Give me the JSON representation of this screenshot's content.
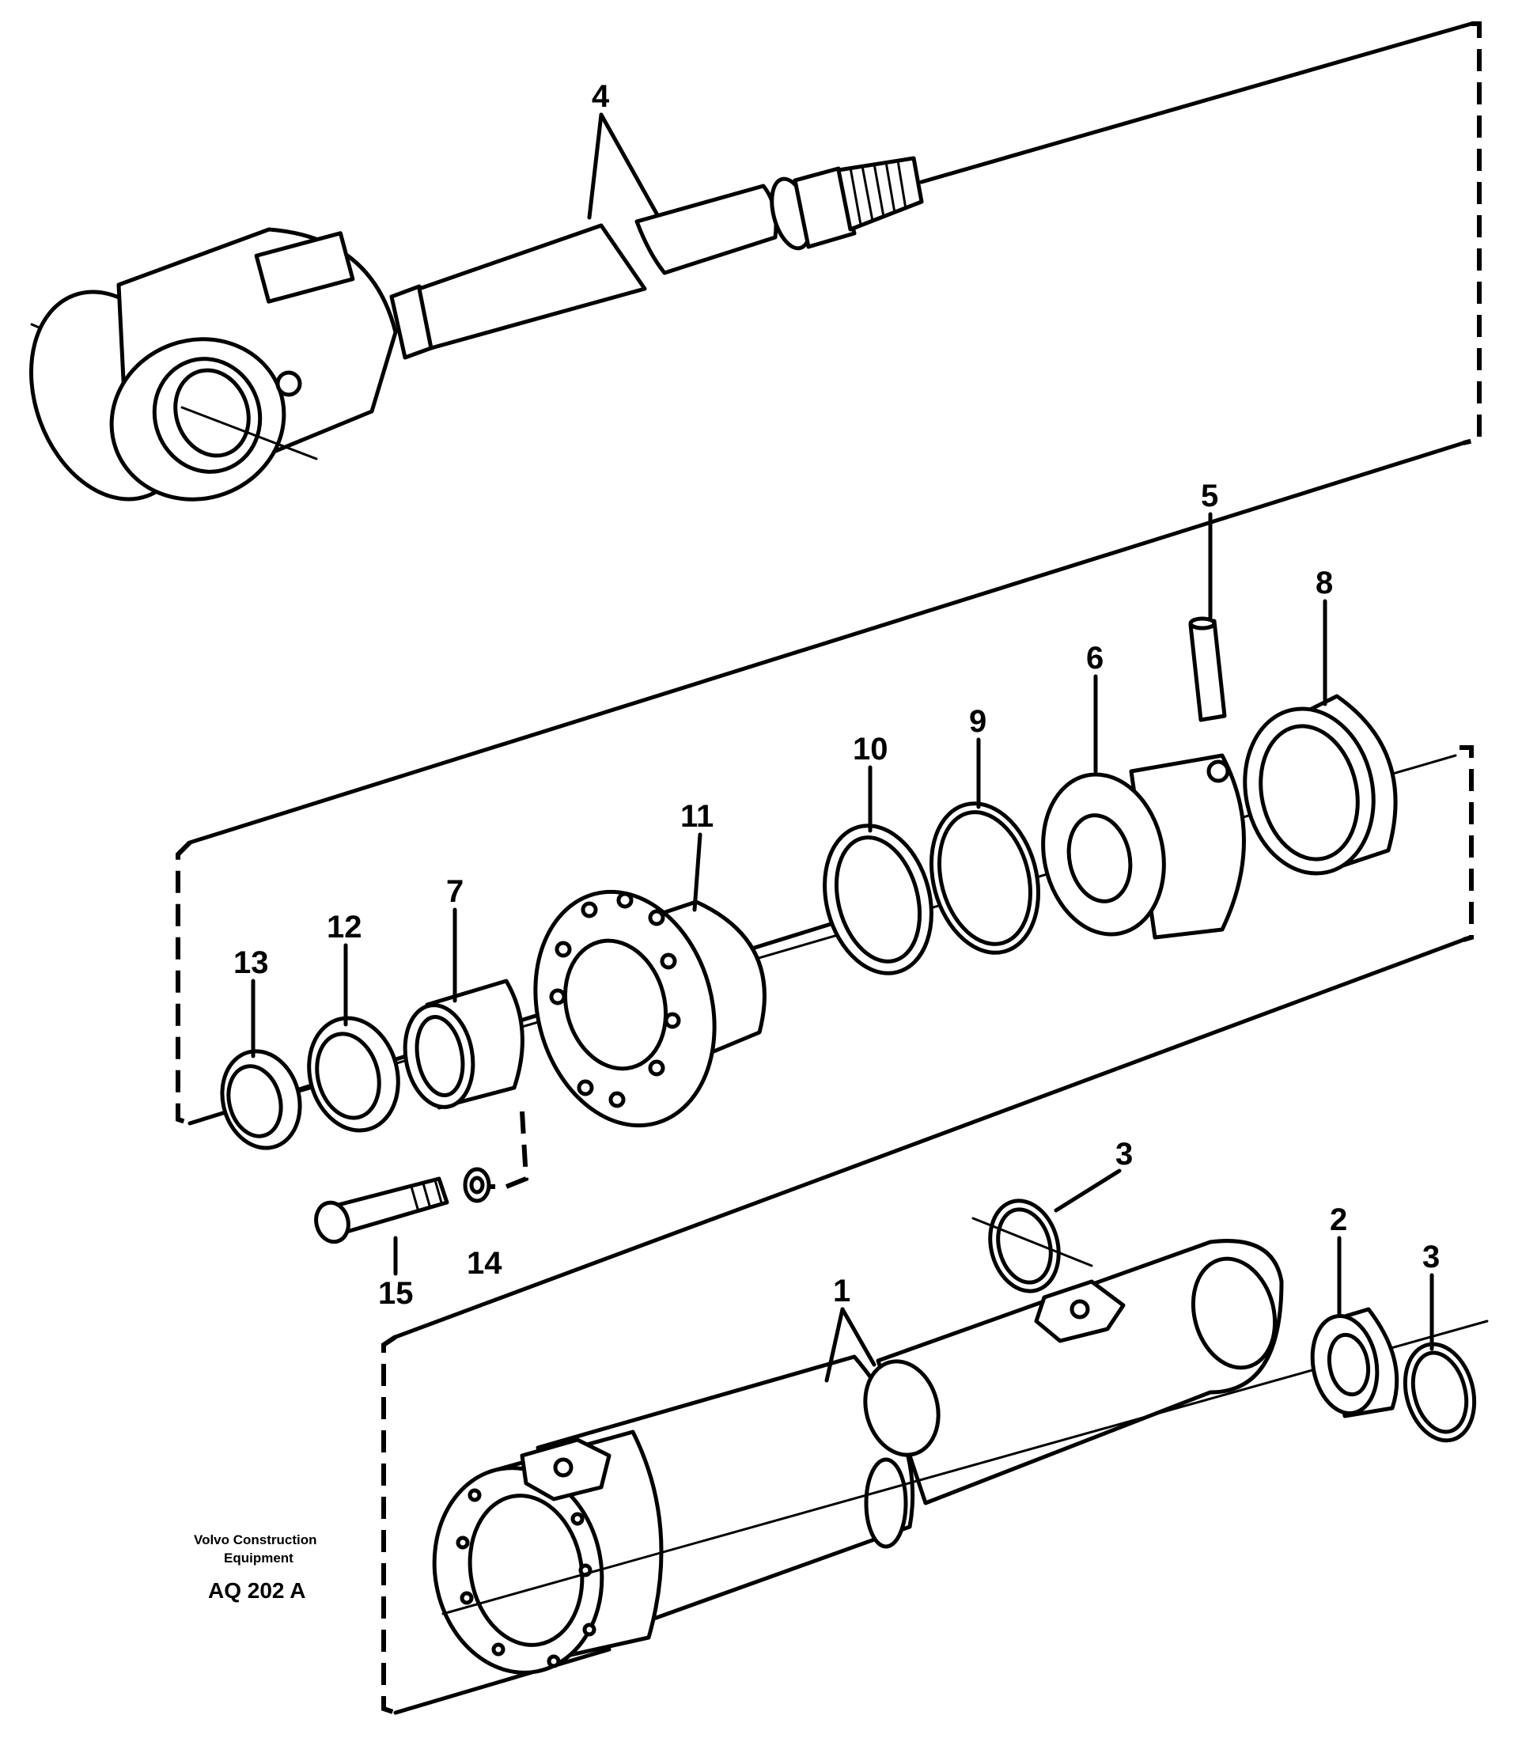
{
  "callouts": {
    "c1": "1",
    "c2": "2",
    "c3a": "3",
    "c3b": "3",
    "c4": "4",
    "c5": "5",
    "c6": "6",
    "c7": "7",
    "c8": "8",
    "c9": "9",
    "c10": "10",
    "c11": "11",
    "c12": "12",
    "c13": "13",
    "c14": "14",
    "c15": "15"
  },
  "footer": {
    "manufacturer_line1": "Volvo Construction",
    "manufacturer_line2": "Equipment",
    "drawing_code": "AQ 202 A"
  }
}
